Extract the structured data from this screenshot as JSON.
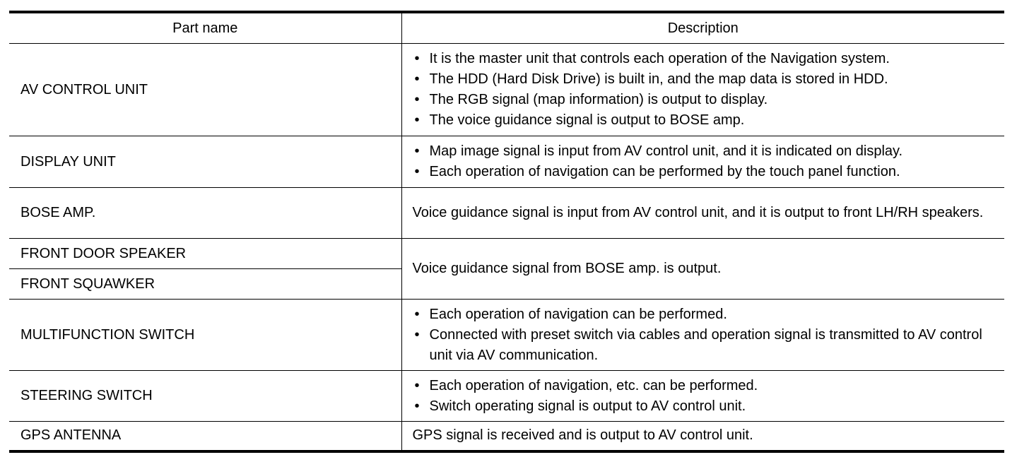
{
  "table": {
    "header": {
      "part_name": "Part name",
      "description": "Description"
    },
    "rows": [
      {
        "part": "AV CONTROL UNIT",
        "bullets": [
          "It is the master unit that controls each operation of the Navigation system.",
          "The HDD (Hard Disk Drive) is built in, and the map data is stored in HDD.",
          "The RGB signal (map information) is output to display.",
          "The voice guidance signal is output to BOSE amp."
        ]
      },
      {
        "part": "DISPLAY UNIT",
        "bullets": [
          "Map image signal is input from AV control unit, and it is indicated on display.",
          "Each operation of navigation can be performed by the touch panel function."
        ]
      },
      {
        "part": "BOSE AMP.",
        "text": "Voice guidance signal is input from AV control unit, and it is output to front LH/RH speakers."
      },
      {
        "part": "FRONT DOOR SPEAKER",
        "text": "Voice guidance signal from BOSE amp. is output."
      },
      {
        "part": "FRONT SQUAWKER"
      },
      {
        "part": "MULTIFUNCTION SWITCH",
        "bullets": [
          "Each operation of navigation can be performed.",
          "Connected with preset switch via cables and operation signal is transmitted to AV control unit via AV communication."
        ]
      },
      {
        "part": "STEERING SWITCH",
        "bullets": [
          "Each operation of navigation, etc. can be performed.",
          "Switch operating signal is output to AV control unit."
        ]
      },
      {
        "part": "GPS ANTENNA",
        "text": "GPS signal is received and is output to AV control unit."
      }
    ]
  }
}
